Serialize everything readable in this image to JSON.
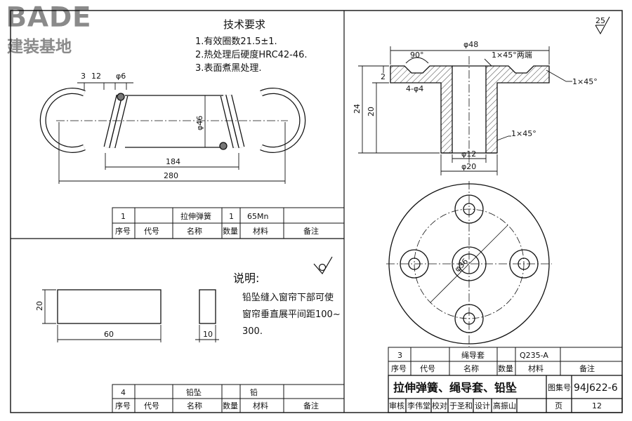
{
  "logo": {
    "brand": "BADE",
    "subtitle": "建装基地"
  },
  "tech_req": {
    "title": "技术要求",
    "items": [
      "1.有效圈数21.5±1.",
      "2.热处理后硬度HRC42-46.",
      "3.表面煮黑处理."
    ]
  },
  "spring_dims": {
    "d1": "3",
    "d2": "12",
    "d3": "φ6",
    "dia": "φ46",
    "len1": "184",
    "len2": "280"
  },
  "table1": {
    "row": {
      "no": "1",
      "code": "",
      "name": "拉伸弹簧",
      "qty": "1",
      "material": "65Mn",
      "note": ""
    },
    "headers": [
      "序号",
      "代号",
      "名称",
      "数量",
      "材料",
      "备注"
    ]
  },
  "weight_dims": {
    "height": "20",
    "length": "60",
    "thick": "10"
  },
  "weight_finish": "",
  "note": {
    "title": "说明:",
    "lines": [
      "铅坠缝入窗帘下部可使",
      "窗帘垂直展平间距100~",
      "300."
    ]
  },
  "table2": {
    "row": {
      "no": "4",
      "code": "",
      "name": "铅坠",
      "qty": "",
      "material": "铅",
      "note": ""
    },
    "headers": [
      "序号",
      "代号",
      "名称",
      "数量",
      "材料",
      "备注"
    ]
  },
  "guide_dims": {
    "roughness": "25",
    "angle": "90°",
    "outer": "φ48",
    "chamfer_both": "1×45°两端",
    "chamfer_r": "1×45°",
    "chamfer_b": "1×45°",
    "holes": "4-φ4",
    "h1": "24",
    "h2": "20",
    "h3": "2",
    "inner": "φ12",
    "shank": "φ20",
    "pcd": "φ36"
  },
  "table3": {
    "row": {
      "no": "3",
      "code": "",
      "name": "绳导套",
      "qty": "",
      "material": "Q235-A",
      "note": ""
    },
    "headers": [
      "序号",
      "代号",
      "名称",
      "数量",
      "材料",
      "备注"
    ]
  },
  "title_block": {
    "title": "拉伸弹簧、绳导套、铅坠",
    "atlas_label": "图集号",
    "atlas_no": "94J622-6",
    "review": "审核",
    "reviewer": "李伟堂",
    "check": "校对",
    "checker": "于圣和",
    "design": "设计",
    "designer": "高振山",
    "page_label": "页",
    "page_no": "12"
  }
}
